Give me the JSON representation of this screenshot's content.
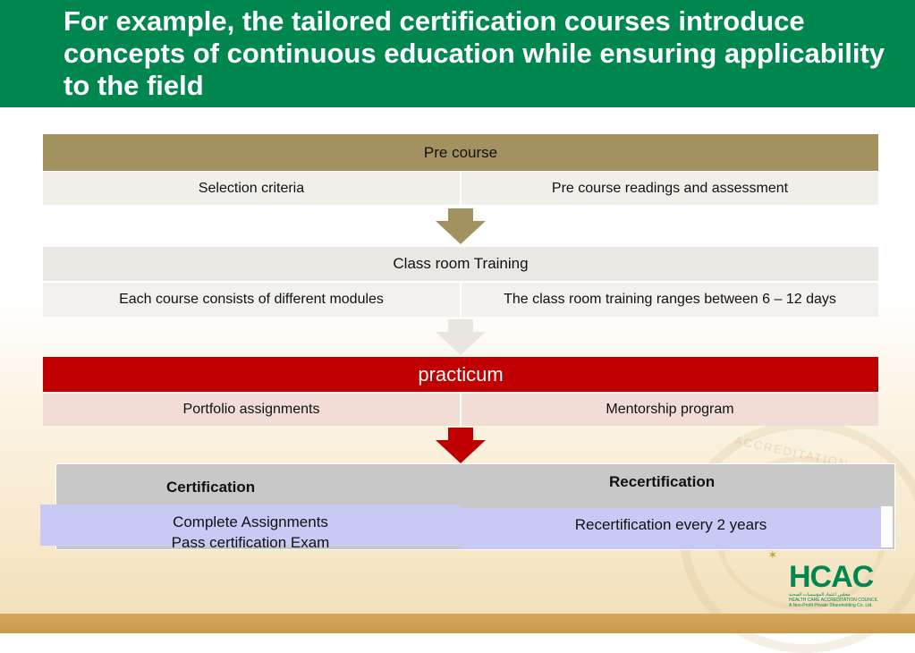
{
  "header": {
    "title": "For example, the tailored certification courses introduce concepts of continuous education while ensuring applicability to the field",
    "color": "#00874f"
  },
  "stage1": {
    "title": "Pre course",
    "left": "Selection criteria",
    "right": "Pre course readings and assessment",
    "color": "#a49160"
  },
  "stage2": {
    "title": "Class room Training",
    "left": "Each course consists of different modules",
    "right": "The class room training ranges between 6 – 12 days",
    "color": "#ebe8e3"
  },
  "stage3": {
    "title": "practicum",
    "left": "Portfolio assignments",
    "right": "Mentorship program",
    "color": "#c00000"
  },
  "outcome": {
    "left_title": "Certification",
    "left_body_line1": "Complete Assignments",
    "left_body_line2": "Pass certification Exam",
    "right_title": "Recertification",
    "right_body": "Recertification every 2 years"
  },
  "logo": {
    "text": "HCAC",
    "arabic": "مجلس اعتماد المؤسسات الصحية",
    "subtitle": "HEALTH CARE ACCREDITATION COUNCIL",
    "tagline": "A Non-Profit Private Shareholding Co. Ltd."
  },
  "watermark": {
    "text": "ACCREDITATION"
  },
  "icons": [
    "down-arrow-icon",
    "star-icon"
  ]
}
